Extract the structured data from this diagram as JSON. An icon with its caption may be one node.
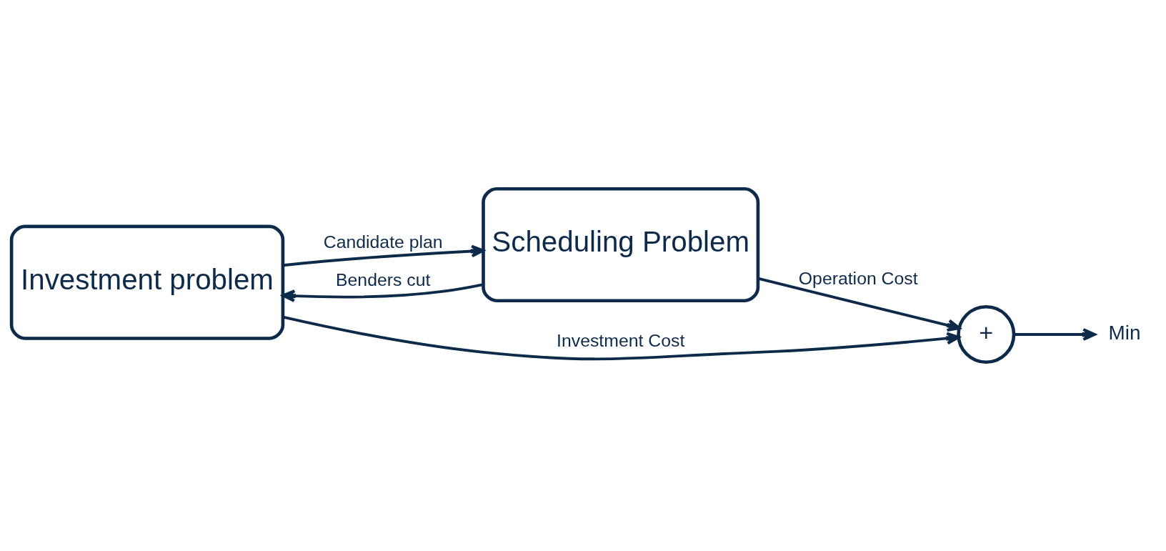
{
  "diagram": {
    "nodes": [
      {
        "text": [
          "Investment problem"
        ]
      },
      {
        "text": [
          "Scheduling Problem"
        ]
      },
      {
        "text": [
          "+"
        ]
      },
      {
        "text": [
          "Min"
        ]
      }
    ],
    "edges": [
      {
        "from": 0,
        "to": 2,
        "arrow": "to",
        "label": "Investment Cost"
      },
      {
        "from": 1,
        "to": 0,
        "arrow": "to",
        "label": "Benders cut"
      },
      {
        "from": 0,
        "to": 1,
        "arrow": "to",
        "label": "Candidate plan"
      },
      {
        "from": 1,
        "to": 2,
        "arrow": "to",
        "label": "Operation Cost"
      },
      {
        "from": 2,
        "to": 3,
        "arrow": "to"
      }
    ]
  }
}
